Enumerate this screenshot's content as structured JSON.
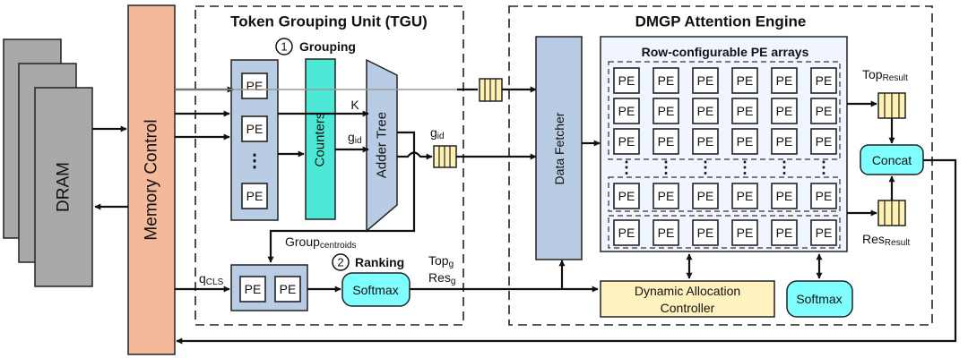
{
  "colors": {
    "memory": "#f4b99b",
    "dram": "#a9a9a9",
    "blue": "#b8cde4",
    "cyan": "#7fffff",
    "counters": "#4de8d6",
    "yellow": "#fff2bf",
    "queue": "#fff0b3",
    "engine_bg": "#f1f5ff"
  },
  "labels": {
    "dram": "DRAM",
    "memory_control": "Memory Control",
    "tgu_title": "Token Grouping Unit (TGU)",
    "grouping_num": "1",
    "grouping": "Grouping",
    "ranking_num": "2",
    "ranking": "Ranking",
    "counters": "Counters",
    "adder_tree": "Adder Tree",
    "k": "K",
    "gid_main": "g",
    "gid_sub": "id",
    "group_main": "Group",
    "group_sub": "centroids",
    "qcls_main": "q",
    "qcls_sub": "CLS",
    "topg_main": "Top",
    "topg_sub": "g",
    "resg_main": "Res",
    "resg_sub": "g",
    "softmax": "Softmax",
    "engine_title": "DMGP Attention Engine",
    "data_fetcher": "Data Fetcher",
    "pe_arrays_title": "Row-configurable PE arrays",
    "top_result_main": "Top",
    "top_result_sub": "Result",
    "res_result_main": "Res",
    "res_result_sub": "Result",
    "concat": "Concat",
    "dac_line1": "Dynamic Allocation",
    "dac_line2": "Controller",
    "pe": "PE",
    "ellipsis": "⋮"
  }
}
